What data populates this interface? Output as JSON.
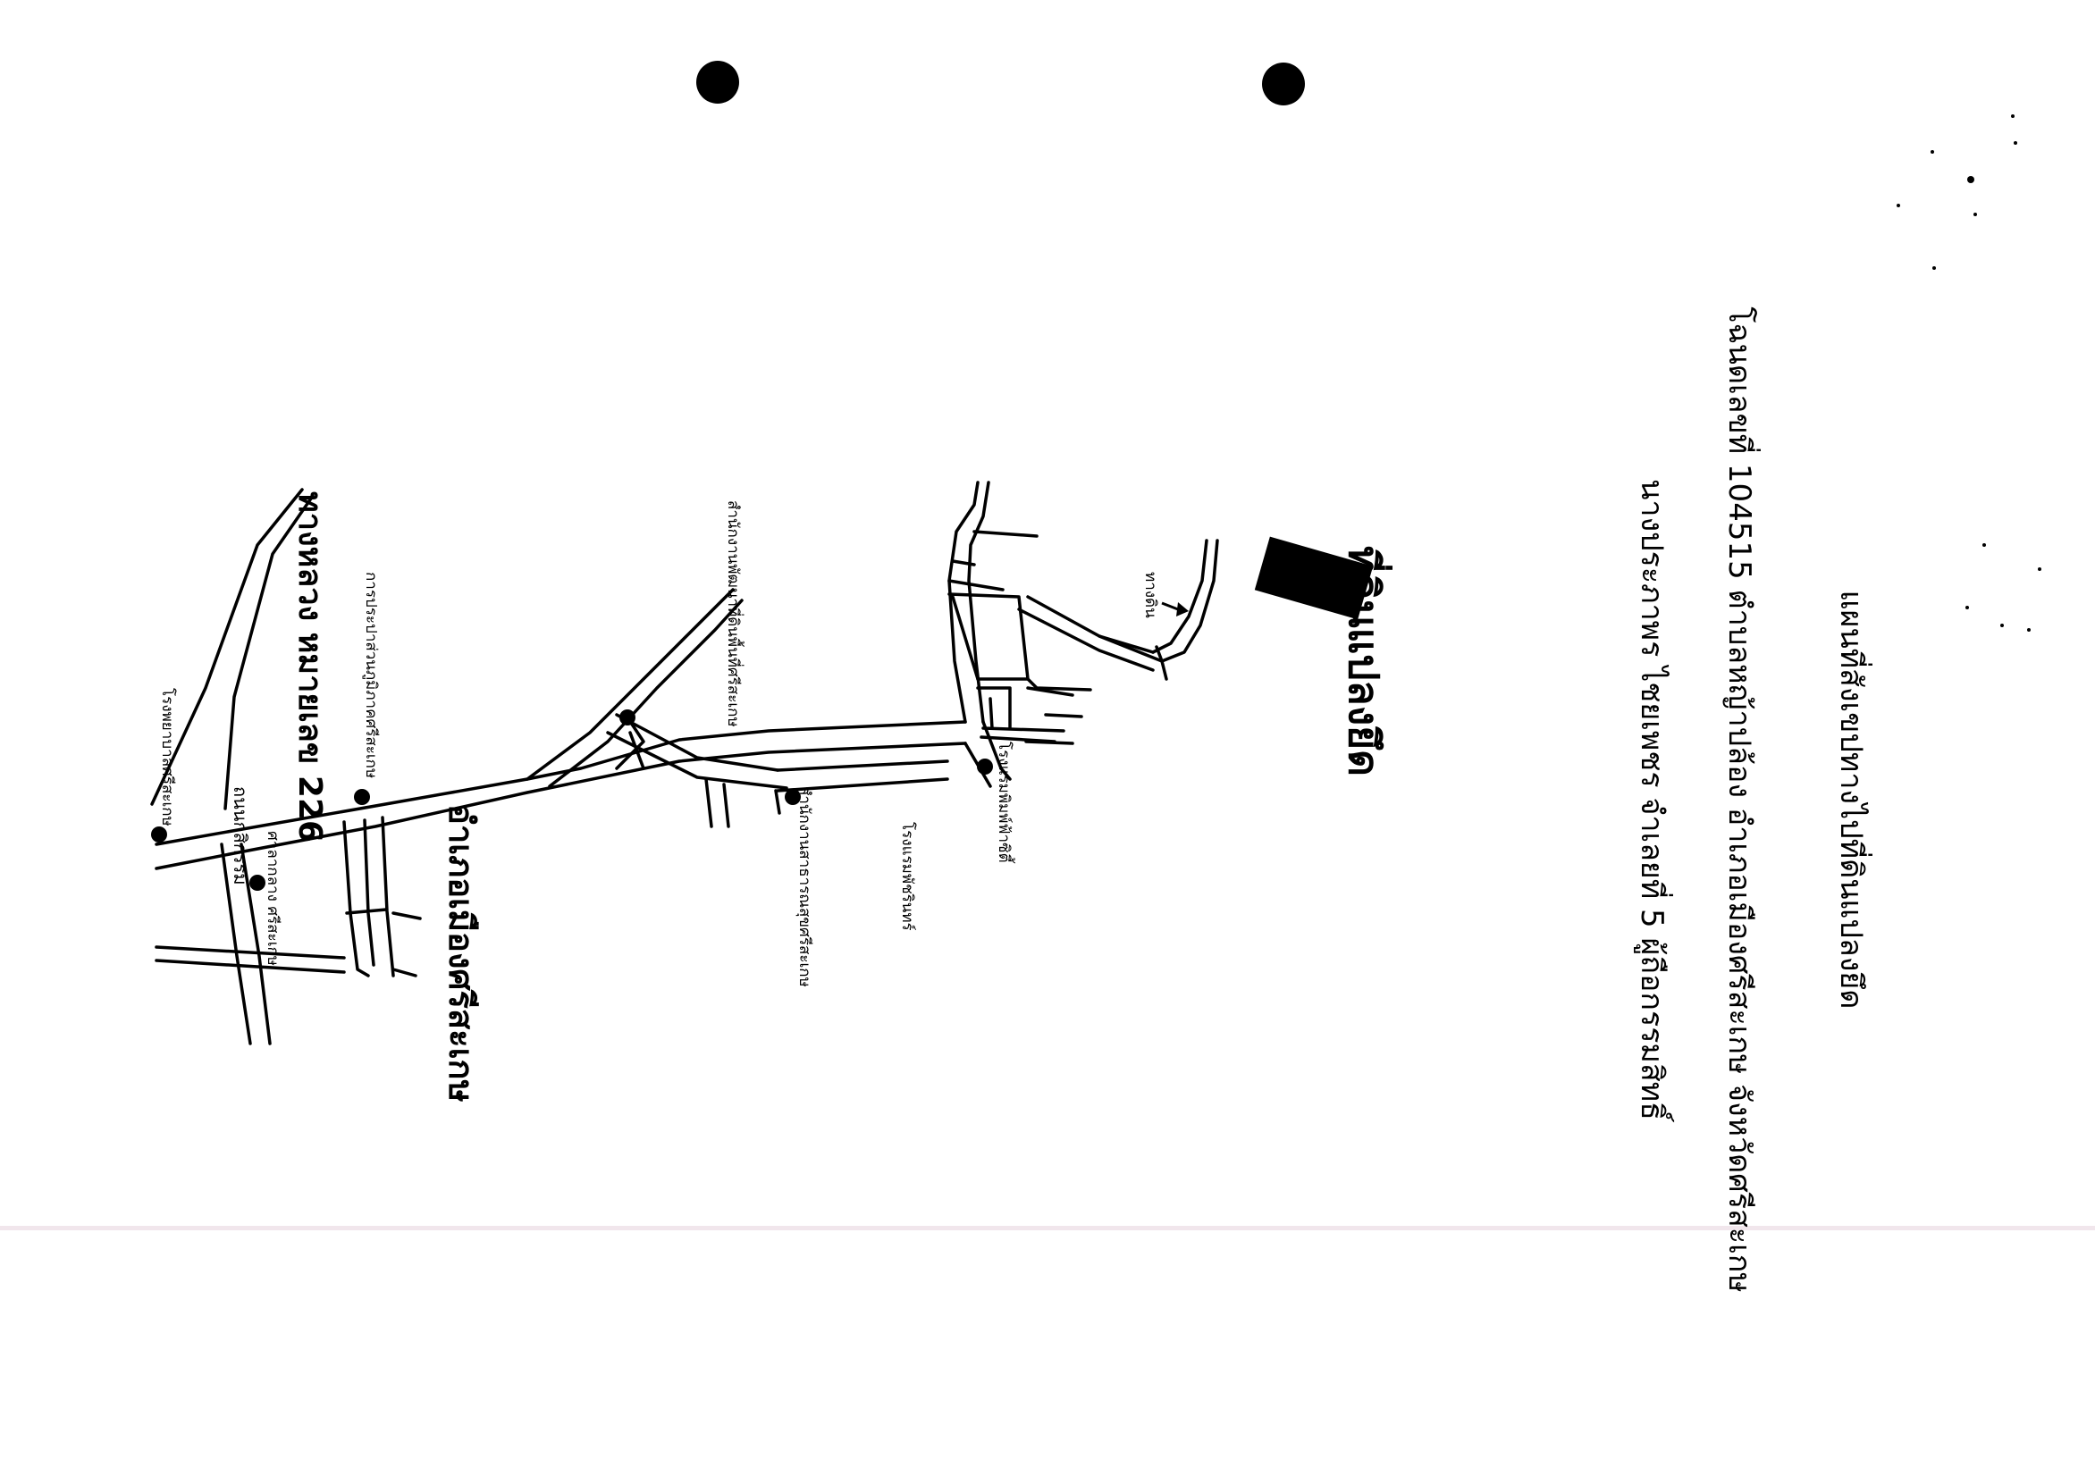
{
  "map": {
    "title_lines": [
      "แผนที่สังเขปทางไปที่ดินแปลงยึด",
      "โฉนดเลขที่ 104515 ตำบลหญ้าปล้อง อำเภอเมืองศรีสะเกษ จังหวัดศรีสะเกษ",
      "นางประภาพร ไชยเพชร จำเลยที่ 5 ผู้ถือกรรมสิทธิ์"
    ],
    "parcel_label": "ที่ดินแปลงยึด",
    "district_label": "อำเภอเมืองศรีสะเกษ",
    "highway_label": "ทางหลวง หมายเลข 226",
    "road_label": "ถนนกสิกรรม",
    "dirt_road_label": "ทางดิน",
    "places": {
      "hospital_nonghong": "โรงพยาบาลศรีสะเกษ",
      "land_office": "การประปาส่วนภูมิภาคศรีสะเกษ",
      "housing_office": "สำนักงานพัฒนาที่ดินพื้นที่ศรีสะเกษ",
      "provincial_court": "ศาลากลาง ศรีสะเกษ",
      "school_sisaket": "สำนักงานสาธารณสุขศรีสะเกษ",
      "hotel_a": "โรงแรมพิมพ์ฟ้าซิตี้",
      "hotel_b": "โรงแรมพัชรินทร์"
    }
  },
  "colors": {
    "ink": "#000000",
    "paper": "#ffffff",
    "scan_line": "#f1e6ec"
  },
  "icons": {
    "punch_hole": "punch-hole-icon",
    "marker": "location-dot-icon",
    "arrow": "arrow-icon"
  }
}
